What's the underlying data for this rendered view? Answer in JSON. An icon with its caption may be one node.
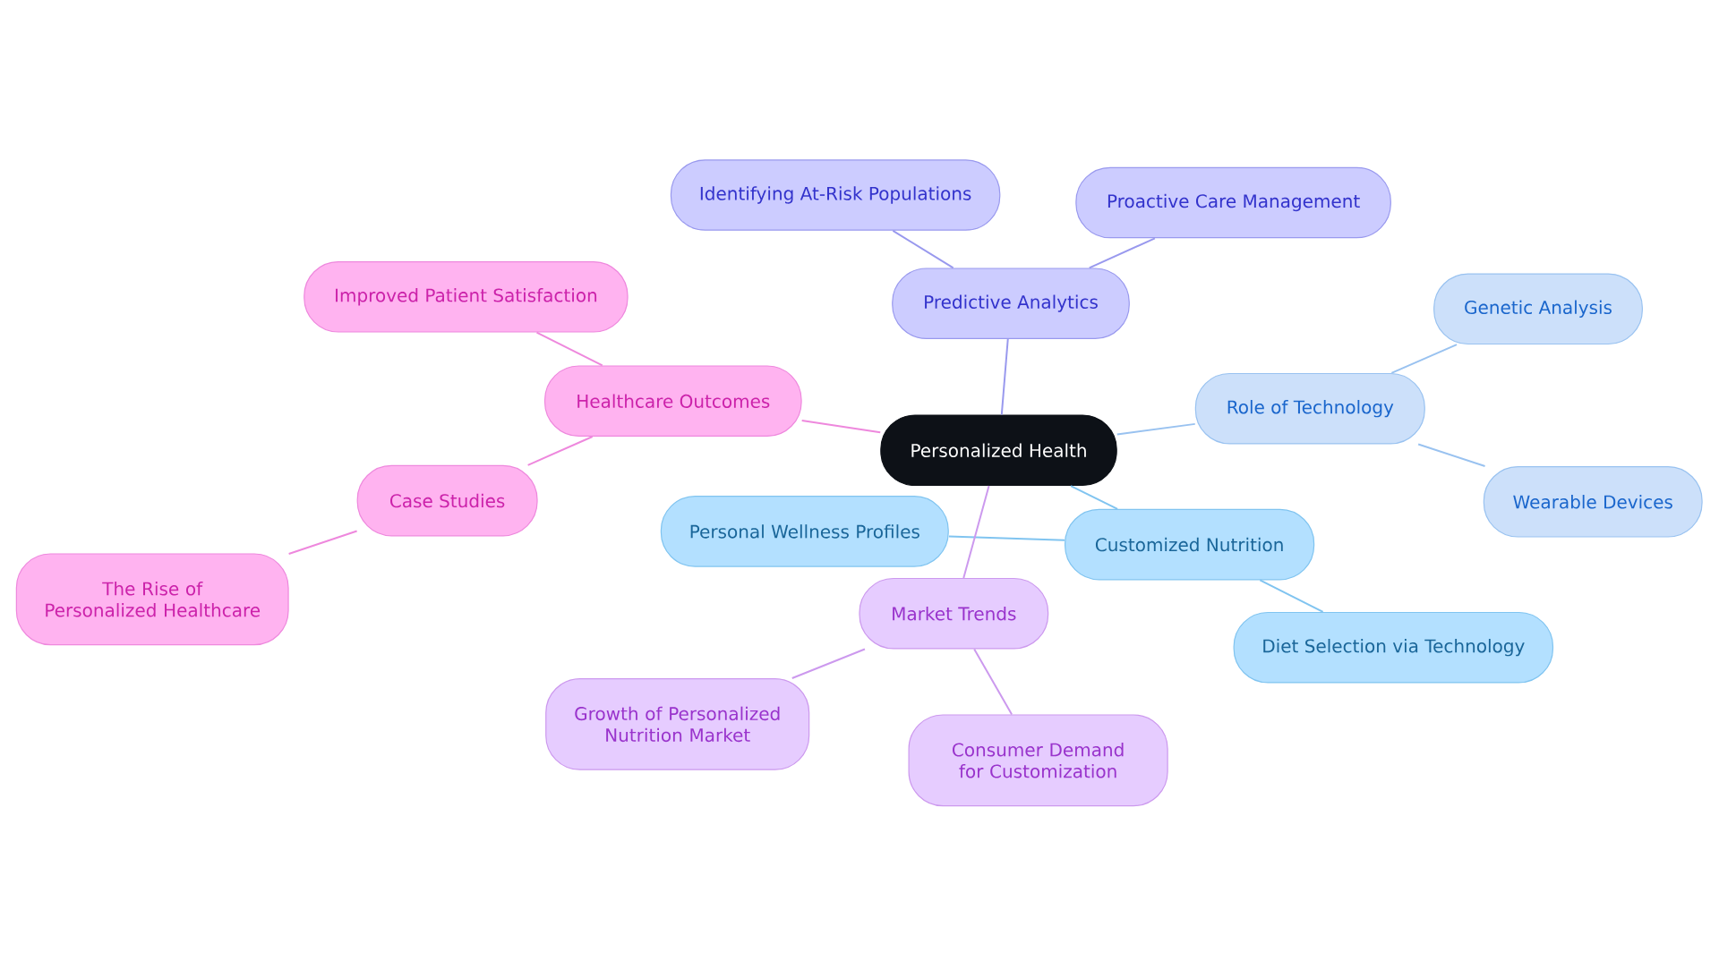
{
  "diagram": {
    "nodes": [
      {
        "text": [
          "Personalized Health"
        ]
      },
      {
        "text": [
          "Predictive Analytics"
        ]
      },
      {
        "text": [
          "Identifying At-Risk Populations"
        ]
      },
      {
        "text": [
          "Proactive Care Management"
        ]
      },
      {
        "text": [
          "Role of Technology"
        ]
      },
      {
        "text": [
          "Genetic Analysis"
        ]
      },
      {
        "text": [
          "Wearable Devices"
        ]
      },
      {
        "text": [
          "Customized Nutrition"
        ]
      },
      {
        "text": [
          "Personal Wellness Profiles"
        ]
      },
      {
        "text": [
          "Diet Selection via Technology"
        ]
      },
      {
        "text": [
          "Market Trends"
        ]
      },
      {
        "text": [
          "Growth of Personalized Nutrition Market"
        ]
      },
      {
        "text": [
          "Consumer Demand for Customization"
        ]
      },
      {
        "text": [
          "Healthcare Outcomes"
        ]
      },
      {
        "text": [
          "Improved Patient Satisfaction"
        ]
      },
      {
        "text": [
          "Case Studies"
        ]
      },
      {
        "text": [
          "The Rise of Personalized Healthcare"
        ]
      }
    ],
    "edges": [
      {
        "from": 0,
        "to": 1,
        "arrow": "none",
        "color": "#9999ee"
      },
      {
        "from": 1,
        "to": 2,
        "arrow": "none",
        "color": "#9999ee"
      },
      {
        "from": 1,
        "to": 3,
        "arrow": "none",
        "color": "#9999ee"
      },
      {
        "from": 0,
        "to": 4,
        "arrow": "none",
        "color": "#99c2f0"
      },
      {
        "from": 4,
        "to": 5,
        "arrow": "none",
        "color": "#99c2f0"
      },
      {
        "from": 4,
        "to": 6,
        "arrow": "none",
        "color": "#99c2f0"
      },
      {
        "from": 0,
        "to": 7,
        "arrow": "none",
        "color": "#80c4f0"
      },
      {
        "from": 7,
        "to": 8,
        "arrow": "none",
        "color": "#80c4f0"
      },
      {
        "from": 7,
        "to": 9,
        "arrow": "none",
        "color": "#80c4f0"
      },
      {
        "from": 0,
        "to": 10,
        "arrow": "none",
        "color": "#cc99ee"
      },
      {
        "from": 10,
        "to": 11,
        "arrow": "none",
        "color": "#cc99ee"
      },
      {
        "from": 10,
        "to": 12,
        "arrow": "none",
        "color": "#cc99ee"
      },
      {
        "from": 0,
        "to": 13,
        "arrow": "none",
        "color": "#ee88dd"
      },
      {
        "from": 13,
        "to": 14,
        "arrow": "none",
        "color": "#ee88dd"
      },
      {
        "from": 13,
        "to": 15,
        "arrow": "none",
        "color": "#ee88dd"
      },
      {
        "from": 15,
        "to": 16,
        "arrow": "none",
        "color": "#ee88dd"
      }
    ]
  }
}
